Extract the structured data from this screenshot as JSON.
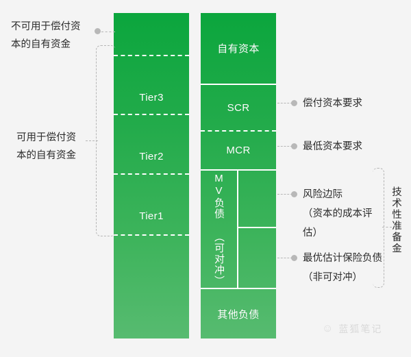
{
  "diagram": {
    "title_hidden": "",
    "colors": {
      "green_top": "#0ba63d",
      "green_bottom": "#57bb70",
      "background": "#f4f4f4",
      "leader": "#b5b5b5",
      "dot": "#b8b8b8",
      "text": "#2b2b2b",
      "watermark": "#d9d9d9"
    }
  },
  "left_column": {
    "name": "own-funds-tiers",
    "segments": [
      {
        "id": "tier-top-unusable",
        "label": ""
      },
      {
        "id": "tier3",
        "label": "Tier3"
      },
      {
        "id": "tier2",
        "label": "Tier2"
      },
      {
        "id": "tier1",
        "label": "Tier1"
      },
      {
        "id": "tier-bottom",
        "label": ""
      }
    ]
  },
  "middle_column": {
    "name": "balance-sheet",
    "segments": [
      {
        "id": "own-capital",
        "label": "自有资本"
      },
      {
        "id": "scr",
        "label": "SCR"
      },
      {
        "id": "mcr",
        "label": "MCR"
      },
      {
        "id": "mv-liabilities",
        "label": "MV负债\n（可对冲）"
      },
      {
        "id": "risk-margin-block",
        "label": ""
      },
      {
        "id": "best-estimate-block",
        "label": ""
      },
      {
        "id": "other-liabilities",
        "label": "其他负债"
      }
    ]
  },
  "left_labels": [
    {
      "id": "not-eligible",
      "text": "不可用于偿付资\n本的自有资金"
    },
    {
      "id": "eligible",
      "text": "可用于偿付资\n本的自有资金"
    }
  ],
  "right_labels": [
    {
      "id": "scr-desc",
      "text": "偿付资本要求"
    },
    {
      "id": "mcr-desc",
      "text": "最低资本要求"
    },
    {
      "id": "risk-margin-desc",
      "text": "风险边际\n（资本的成本评估）"
    },
    {
      "id": "best-estimate-desc",
      "text": "最优估计保险负债\n（非可对冲）"
    }
  ],
  "right_bracket_label": {
    "id": "technical-provisions",
    "text": "技术性准备金"
  },
  "watermark": {
    "icon": "wechat-icon",
    "text": "蓝狐笔记"
  }
}
